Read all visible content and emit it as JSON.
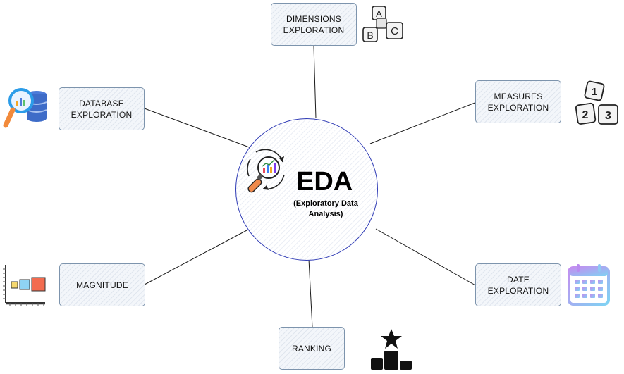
{
  "center": {
    "title": "EDA",
    "subtitle_line1": "(Exploratory Data",
    "subtitle_line2": "Analysis)"
  },
  "nodes": {
    "dimensions": {
      "line1": "DIMENSIONS",
      "line2": "EXPLORATION",
      "icon": "abc-blocks-icon"
    },
    "database": {
      "line1": "DATABASE",
      "line2": "EXPLORATION",
      "icon": "database-search-icon"
    },
    "measures": {
      "line1": "MEASURES",
      "line2": "EXPLORATION",
      "icon": "number-blocks-icon"
    },
    "magnitude": {
      "line1": "MAGNITUDE",
      "line2": "",
      "icon": "size-chart-icon"
    },
    "date": {
      "line1": "DATE",
      "line2": "EXPLORATION",
      "icon": "calendar-icon"
    },
    "ranking": {
      "line1": "RANKING",
      "line2": "",
      "icon": "podium-star-icon"
    }
  },
  "blocks": {
    "abc": [
      "A",
      "B",
      "C"
    ],
    "numbers": [
      "1",
      "2",
      "3"
    ]
  },
  "colors": {
    "circle_border": "#2f3bb5",
    "node_border": "#7d94ad",
    "node_fill": "#f3f6fa",
    "connector": "#1a1a1a"
  }
}
